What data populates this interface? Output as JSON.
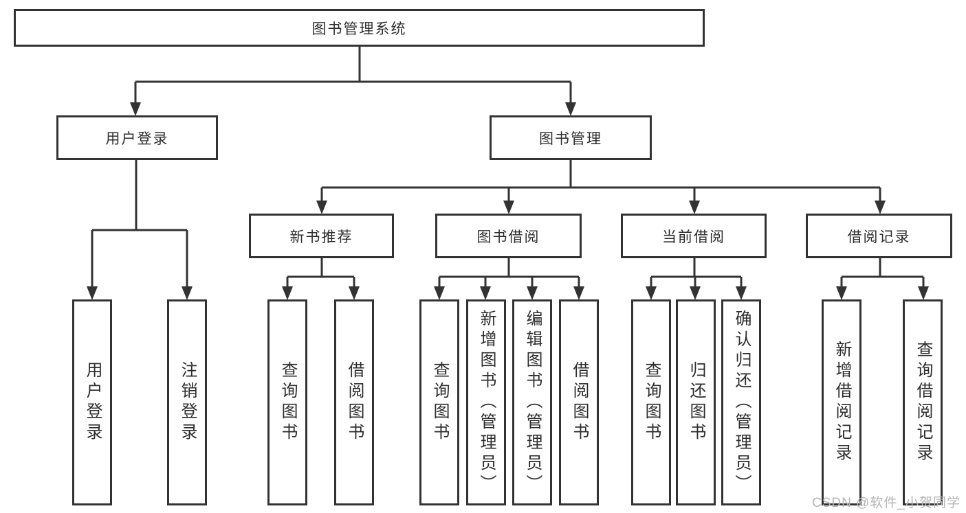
{
  "diagram": {
    "root": {
      "label": "图书管理系统"
    },
    "level2": [
      {
        "label": "用户登录"
      },
      {
        "label": "图书管理"
      }
    ],
    "level3": [
      {
        "label": "新书推荐",
        "parent": "图书管理"
      },
      {
        "label": "图书借阅",
        "parent": "图书管理"
      },
      {
        "label": "当前借阅",
        "parent": "图书管理"
      },
      {
        "label": "借阅记录",
        "parent": "图书管理"
      }
    ],
    "leaves": [
      {
        "label": "用户登录",
        "parent": "用户登录"
      },
      {
        "label": "注销登录",
        "parent": "用户登录"
      },
      {
        "label": "查询图书",
        "parent": "新书推荐"
      },
      {
        "label": "借阅图书",
        "parent": "新书推荐"
      },
      {
        "label": "查询图书",
        "parent": "图书借阅"
      },
      {
        "label": "新增图书（管理员）",
        "parent": "图书借阅"
      },
      {
        "label": "编辑图书（管理员）",
        "parent": "图书借阅"
      },
      {
        "label": "借阅图书",
        "parent": "图书借阅"
      },
      {
        "label": "查询图书",
        "parent": "当前借阅"
      },
      {
        "label": "归还图书",
        "parent": "当前借阅"
      },
      {
        "label": "确认归还（管理员）",
        "parent": "当前借阅"
      },
      {
        "label": "新增借阅记录",
        "parent": "借阅记录"
      },
      {
        "label": "查询借阅记录",
        "parent": "借阅记录"
      }
    ],
    "colors": {
      "line": "#333333",
      "text": "#2d2d2d",
      "box_background": "#ffffff",
      "watermark": "#b5b5b5"
    }
  },
  "watermark": {
    "text": "CSDN @软件_小贺同学"
  }
}
